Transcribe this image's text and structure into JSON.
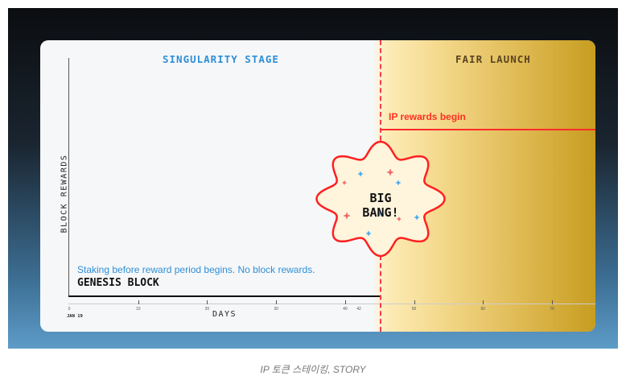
{
  "diagram": {
    "stage_left": "SINGULARITY STAGE",
    "stage_right": "FAIR LAUNCH",
    "y_label": "BLOCK REWARDS",
    "x_label": "DAYS",
    "x_ticks": [
      "0",
      "10",
      "20",
      "30",
      "40",
      "42",
      "50",
      "60",
      "70"
    ],
    "start_date": "JAN 19",
    "rewards_label": "IP rewards begin",
    "event_label": "BIG BANG!",
    "staking_note": "Staking before reward period begins. No block rewards.",
    "genesis_label": "GENESIS BLOCK"
  },
  "caption": "IP 토큰 스테이킹, STORY",
  "colors": {
    "blue": "#2e8fd6",
    "red": "#ff2b2b",
    "gold": "#c79d20"
  }
}
